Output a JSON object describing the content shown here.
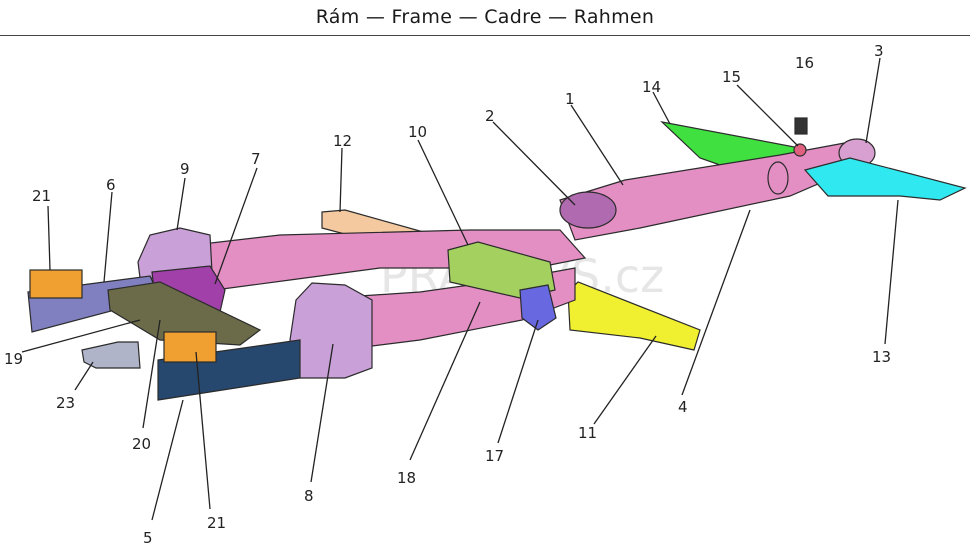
{
  "title": "Rám — Frame — Cadre — Rahmen",
  "watermark": "PRAGOVS.cz",
  "part_labels": [
    "1",
    "2",
    "3",
    "4",
    "5",
    "6",
    "7",
    "8",
    "9",
    "10",
    "11",
    "12",
    "13",
    "14",
    "15",
    "16",
    "17",
    "18",
    "19",
    "20",
    "21",
    "21",
    "23"
  ],
  "colors": {
    "main_tube": "#e48fc4",
    "front_crossmember": "#6b6b4a",
    "side_rail_left": "#8080c0",
    "side_rail_right": "#27486e",
    "brackets": "#f0a030",
    "left_frame_arm": "#c9a0d8",
    "purple_block": "#a040a8",
    "support_12": "#f4c9a0",
    "bracket_green": "#a4d060",
    "bracket_yellow": "#f0f030",
    "fender_cyan": "#30e8f0",
    "fender_green": "#40e040",
    "blue_bracket": "#6868e0"
  }
}
